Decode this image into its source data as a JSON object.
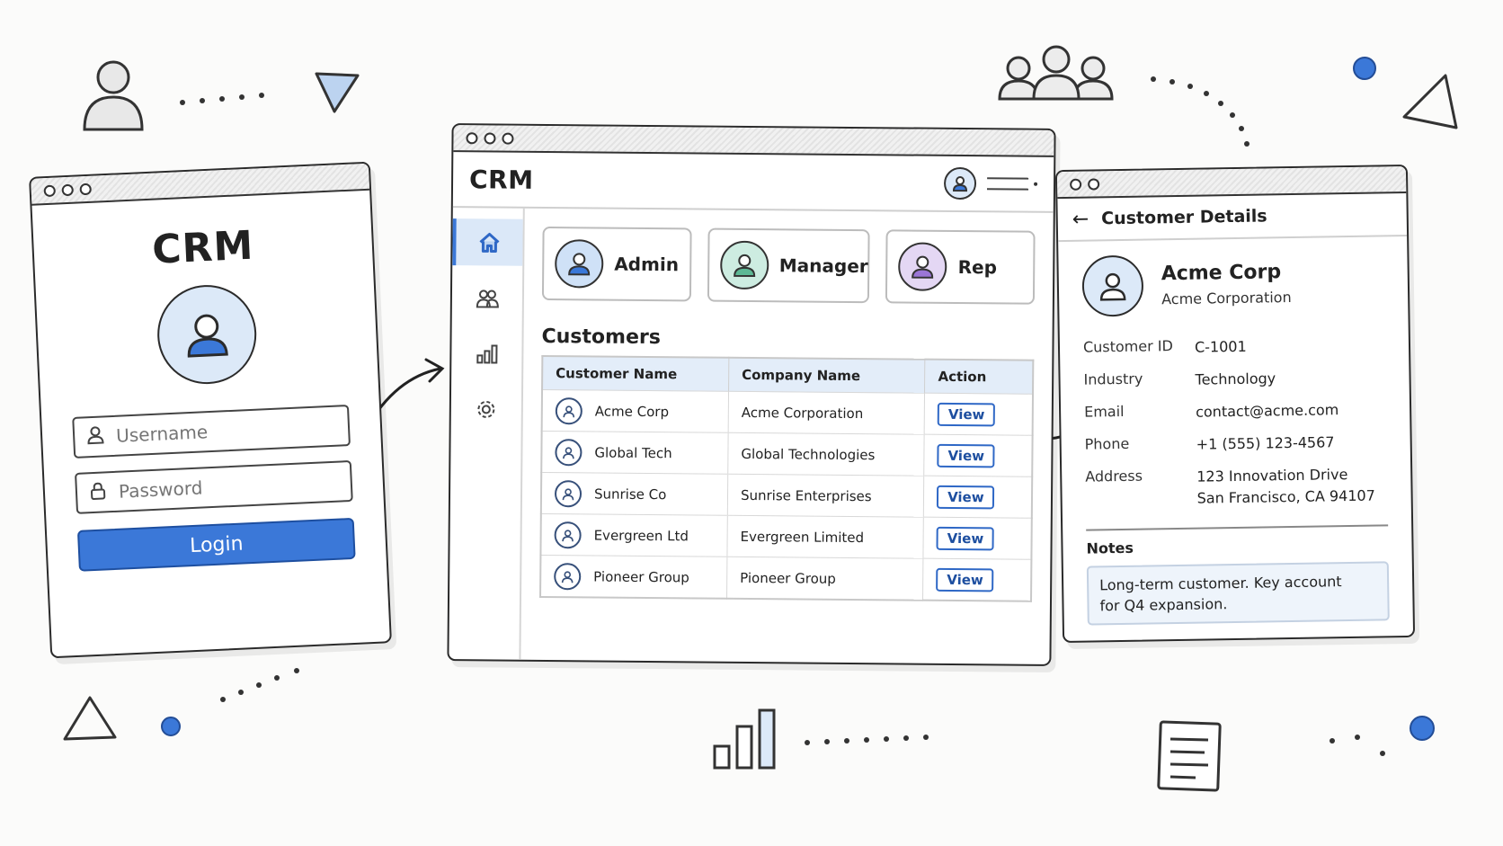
{
  "login": {
    "title": "CRM",
    "username_placeholder": "Username",
    "password_placeholder": "Password",
    "login_label": "Login",
    "accent": "#3b78d8"
  },
  "dashboard": {
    "title": "CRM",
    "sidebar": [
      {
        "icon": "home-icon",
        "active": true
      },
      {
        "icon": "users-icon",
        "active": false
      },
      {
        "icon": "bar-chart-icon",
        "active": false
      },
      {
        "icon": "gear-icon",
        "active": false
      }
    ],
    "roles": [
      {
        "label": "Admin",
        "color": "#cfe1f7"
      },
      {
        "label": "Manager",
        "color": "#cdece1"
      },
      {
        "label": "Rep",
        "color": "#e4d7f4"
      }
    ],
    "section_title": "Customers",
    "table": {
      "columns": [
        "Customer Name",
        "Company Name",
        "Action"
      ],
      "rows": [
        {
          "name": "Acme Corp",
          "company": "Acme Corporation",
          "action": "View"
        },
        {
          "name": "Global Tech",
          "company": "Global Technologies",
          "action": "View"
        },
        {
          "name": "Sunrise Co",
          "company": "Sunrise Enterprises",
          "action": "View"
        },
        {
          "name": "Evergreen Ltd",
          "company": "Evergreen Limited",
          "action": "View"
        },
        {
          "name": "Pioneer Group",
          "company": "Pioneer Group",
          "action": "View"
        }
      ]
    }
  },
  "details": {
    "title": "Customer Details",
    "name": "Acme Corp",
    "company": "Acme Corporation",
    "fields": [
      {
        "label": "Customer ID",
        "value": "C-1001"
      },
      {
        "label": "Industry",
        "value": "Technology"
      },
      {
        "label": "Email",
        "value": "contact@acme.com"
      },
      {
        "label": "Phone",
        "value": "+1 (555) 123-4567"
      },
      {
        "label": "Address",
        "value": "123 Innovation Drive",
        "value2": "San Francisco, CA 94107"
      }
    ],
    "notes_label": "Notes",
    "notes_line1": "Long-term customer. Key account",
    "notes_line2": "for Q4 expansion."
  }
}
